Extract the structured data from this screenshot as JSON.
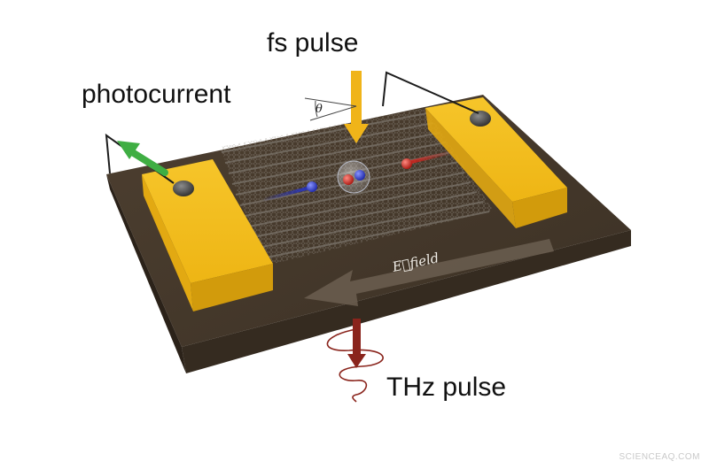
{
  "labels": {
    "fs_pulse": "fs pulse",
    "photocurrent": "photocurrent",
    "thz_pulse": "THz pulse",
    "theta": "θ",
    "e_field": "E⃗field",
    "watermark": "SCIENCEAQ.COM"
  },
  "colors": {
    "substrate_top": "#463a2c",
    "substrate_side": "#2e251b",
    "electrode_top": "#f2bd1b",
    "electrode_side": "#d39a08",
    "fs_arrow": "#f0b419",
    "photocurrent_arrow": "#3fae43",
    "thz_wave": "#8a241c",
    "electron": "#2533c8",
    "hole": "#d8231d",
    "field_arrow": "#6b5e50"
  }
}
